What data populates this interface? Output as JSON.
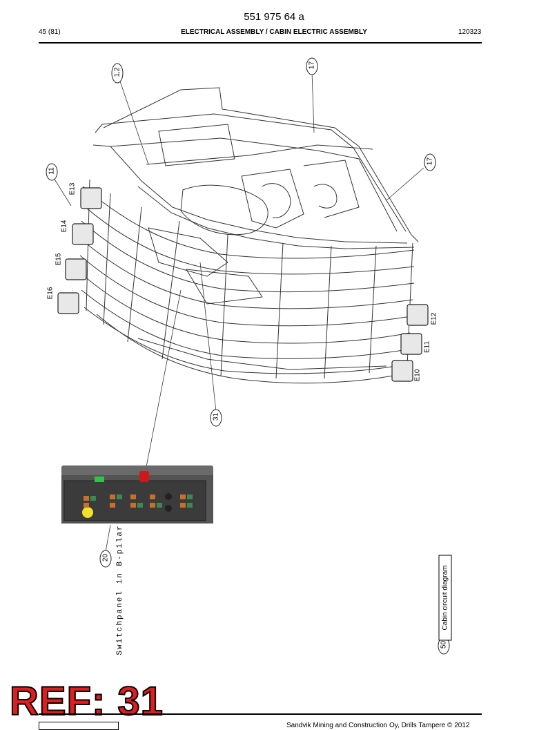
{
  "header": {
    "doc_number": "551 975 64 a",
    "page": "45 (81)",
    "section_title": "ELECTRICAL ASSEMBLY / CABIN ELECTRIC ASSEMBLY",
    "date_code": "120323"
  },
  "callouts": {
    "c12": "1,2",
    "c17a": "17",
    "c17b": "17",
    "c11": "11",
    "c31": "31",
    "c20": "20",
    "c50": "50"
  },
  "lamps": {
    "e13": "E13",
    "e14": "E14",
    "e15": "E15",
    "e16": "E16",
    "e12": "E12",
    "e11": "E11",
    "e10": "E10"
  },
  "switchpanel_caption": "Switchpanel in B-pilar",
  "diagram_box_label": "Cabin circuit diagram",
  "stamp": "REF: 31",
  "footer": {
    "copyright": "Sandvik Mining and Construction Oy, Drills Tampere © 2012"
  }
}
